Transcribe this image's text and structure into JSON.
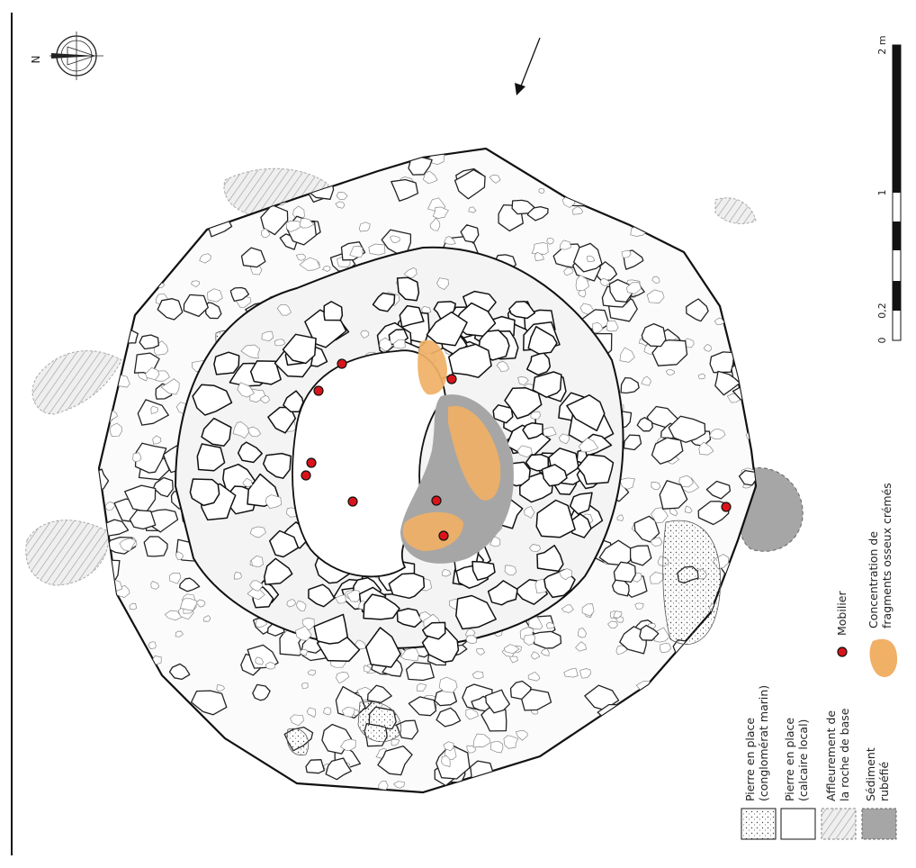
{
  "scale": {
    "labels": [
      "0",
      "0,2",
      "1",
      "2 m"
    ]
  },
  "north": {
    "letter": "N"
  },
  "legend": {
    "items": [
      {
        "lines": [
          "Pierre en place",
          "(conglomérat marin)"
        ]
      },
      {
        "lines": [
          "Pierre en place",
          "(calcaire local)"
        ]
      },
      {
        "lines": [
          "Affleurement de",
          "la roche de base"
        ]
      },
      {
        "lines": [
          "Sédiment",
          "rubéfié"
        ]
      },
      {
        "lines": [
          "Mobilier"
        ]
      },
      {
        "lines": [
          "Concentration de",
          "fragments osseux crémés"
        ]
      }
    ]
  },
  "colors": {
    "artifact": "#d9141b",
    "bone": "#f0b066",
    "sediment": "#a6a6a6",
    "rock": "#e6e6e6",
    "line": "#222222"
  }
}
